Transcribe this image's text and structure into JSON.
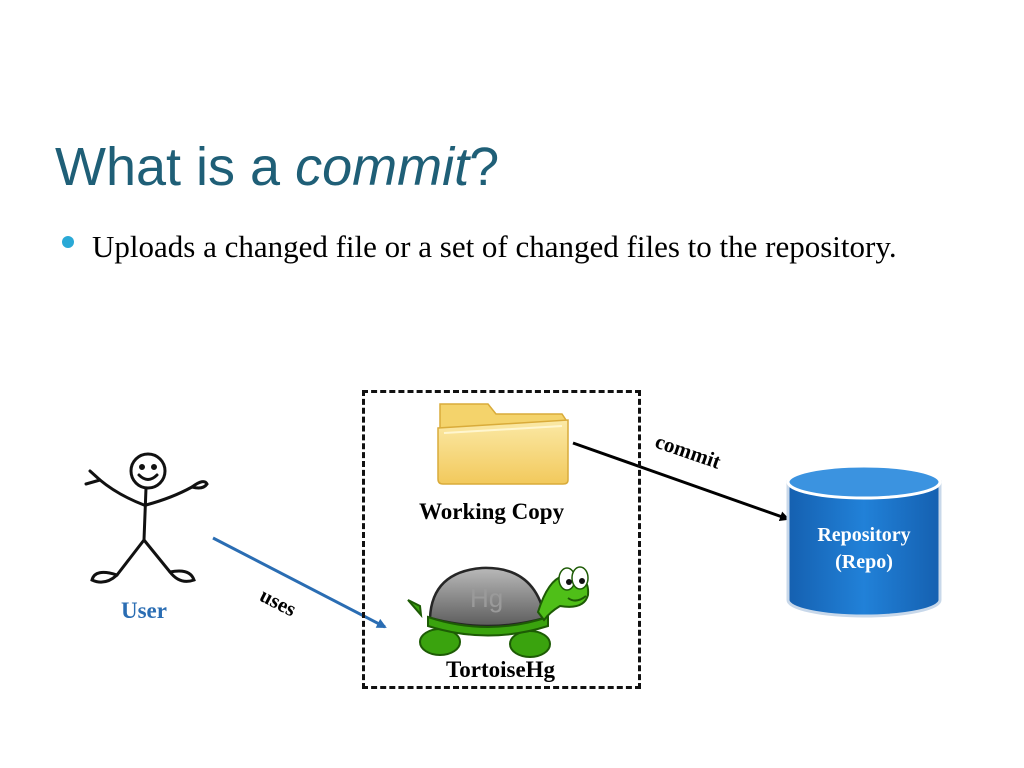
{
  "slide": {
    "title_prefix": "What is a ",
    "title_emphasis": "commit",
    "title_suffix": "?",
    "bullet": "Uploads a changed file or a set of changed files to the repository."
  },
  "diagram": {
    "user_label": "User",
    "uses_label": "uses",
    "commit_label": "commit",
    "working_copy_label": "Working Copy",
    "tortoisehg_label": "TortoiseHg",
    "tortoisehg_shell_text": "Hg",
    "repo_line1": "Repository",
    "repo_line2": "(Repo)"
  },
  "colors": {
    "title": "#1f5f77",
    "bullet": "#2aa9d6",
    "user_label": "#2a6db3",
    "uses_arrow": "#2a6db3",
    "repo_fill": "#1a6fc4",
    "folder": "#f6d676"
  }
}
